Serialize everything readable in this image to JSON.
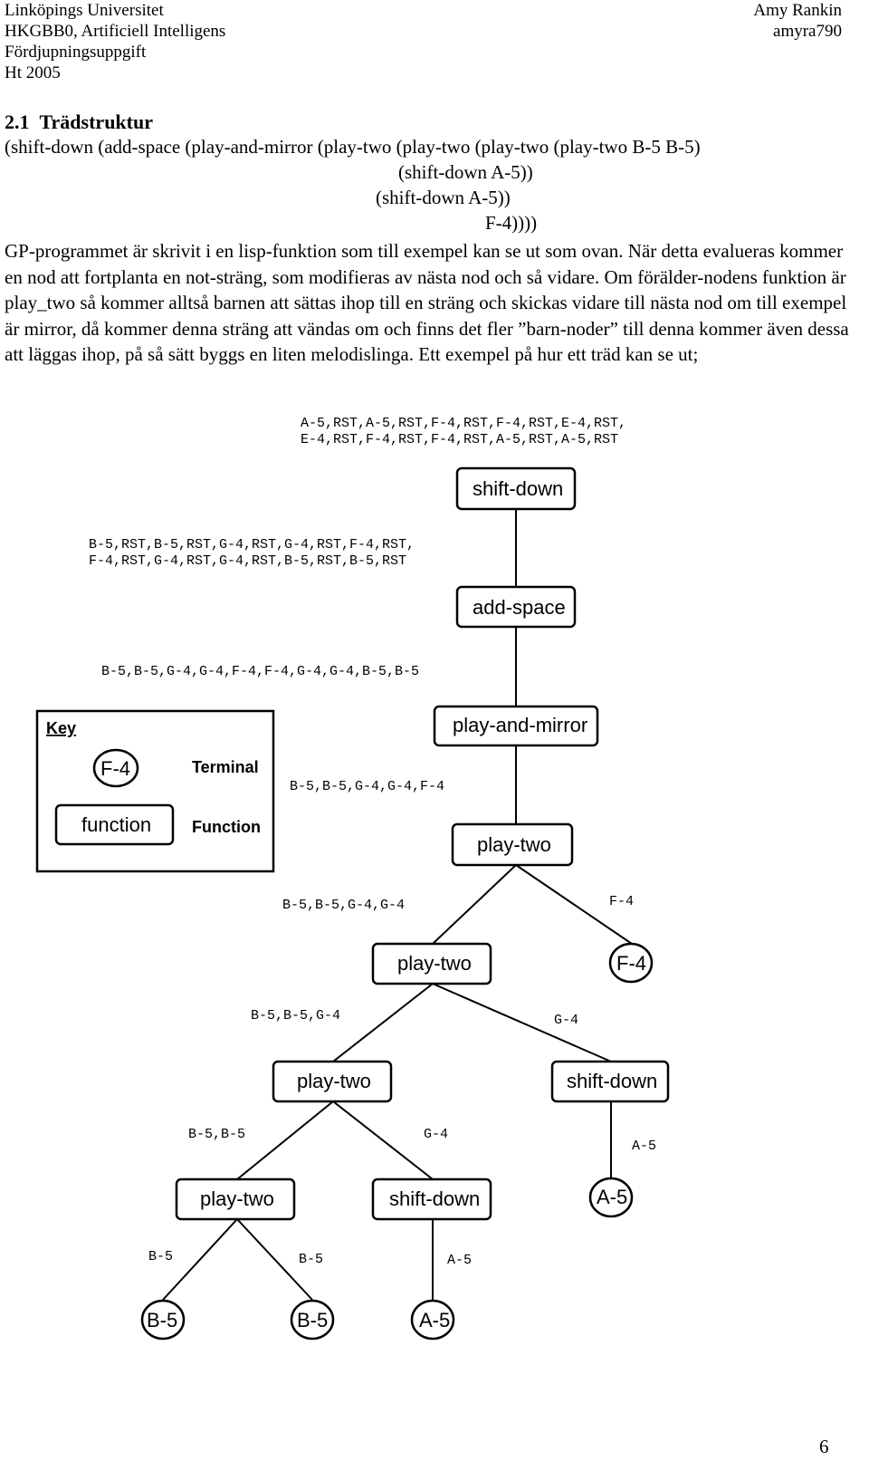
{
  "header": {
    "left": [
      "Linköpings Universitet",
      "HKGBB0, Artificiell Intelligens",
      "Fördjupningsuppgift",
      "Ht 2005"
    ],
    "right": [
      "Amy Rankin",
      "amyra790"
    ]
  },
  "section": {
    "number": "2.1",
    "title": "Trädstruktur"
  },
  "lisp": [
    "(shift-down (add-space (play-and-mirror (play-two (play-two (play-two (play-two B-5 B-5)",
    "(shift-down A-5))",
    "(shift-down A-5))",
    "F-4))))"
  ],
  "paragraph": "GP-programmet är skrivit i en lisp-funktion som till exempel kan se ut som ovan. När detta evalueras kommer en nod att fortplanta en not-sträng, som modifieras av nästa nod och så vidare. Om förälder-nodens funktion är play_two så kommer alltså barnen att sättas ihop till en sträng och skickas vidare till nästa nod om till exempel är mirror, då kommer denna sträng att vändas om och finns det fler ”barn-noder” till denna kommer även dessa att läggas ihop, på så sätt byggs en liten melodislinga. Ett exempel på hur ett träd kan se ut;",
  "tree": {
    "sequences": {
      "root_line1": "A-5,RST,A-5,RST,F-4,RST,F-4,RST,E-4,RST,",
      "root_line2": "E-4,RST,F-4,RST,F-4,RST,A-5,RST,A-5,RST",
      "space_line1": "B-5,RST,B-5,RST,G-4,RST,G-4,RST,F-4,RST,",
      "space_line2": "F-4,RST,G-4,RST,G-4,RST,B-5,RST,B-5,RST",
      "mirror": "B-5,B-5,G-4,G-4,F-4,F-4,G-4,G-4,B-5,B-5",
      "p1": "B-5,B-5,G-4,G-4,F-4",
      "p2_left": "B-5,B-5,G-4,G-4",
      "p2_right": "F-4",
      "p3_left": "B-5,B-5,G-4",
      "p3_right": "G-4",
      "p4_left": "B-5,B-5",
      "p4_mid": "G-4",
      "sd_right": "A-5",
      "leaf_a": "B-5",
      "leaf_b": "B-5",
      "leaf_c": "A-5"
    },
    "nodes": {
      "shift_down_root": "shift-down",
      "add_space": "add-space",
      "play_and_mirror": "play-and-mirror",
      "play_two_1": "play-two",
      "play_two_2": "play-two",
      "terminal_f4": "F-4",
      "play_two_3": "play-two",
      "shift_down_right": "shift-down",
      "play_two_4": "play-two",
      "shift_down_mid": "shift-down",
      "terminal_a5_right": "A-5",
      "terminal_b5_a": "B-5",
      "terminal_b5_b": "B-5",
      "terminal_a5_mid": "A-5"
    },
    "key": {
      "title": "Key",
      "terminal_sample": "F-4",
      "terminal_label": "Terminal",
      "function_sample": "function",
      "function_label": "Function"
    }
  },
  "page_number": "6"
}
